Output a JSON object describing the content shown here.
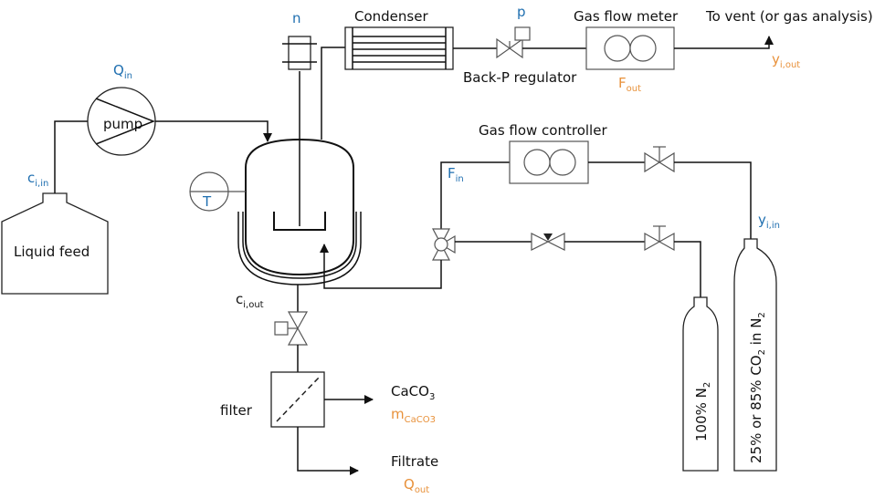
{
  "labels": {
    "n": "n",
    "condenser": "Condenser",
    "p": "p",
    "gas_flow_meter": "Gas flow meter",
    "to_vent": "To vent (or gas analysis)",
    "back_p_regulator": "Back-P regulator",
    "f_out_main": "F",
    "f_out_sub": "out",
    "y_out_main": "y",
    "y_out_sub": "i,out",
    "q_in_main": "Q",
    "q_in_sub": "in",
    "pump": "pump",
    "c_in_main": "c",
    "c_in_sub": "i,in",
    "liquid_feed": "Liquid feed",
    "temperature": "T",
    "gas_flow_controller": "Gas flow controller",
    "f_in_main": "F",
    "f_in_sub": "in",
    "y_in_main": "y",
    "y_in_sub": "i,in",
    "c_out_main": "c",
    "c_out_sub": "i,out",
    "filter": "filter",
    "caco3_main": "CaCO",
    "caco3_sub": "3",
    "m_caco3_main": "m",
    "m_caco3_sub": "CaCO3",
    "filtrate": "Filtrate",
    "q_out_main": "Q",
    "q_out_sub": "out",
    "cyl_n2_main": "100% N",
    "cyl_n2_sub": "2",
    "cyl_co2_a": "25% or 85% CO",
    "cyl_co2_sub": "2",
    "cyl_co2_b": " in N",
    "cyl_co2_sub2": "2"
  },
  "colors": {
    "variable_blue": "#1f6fb0",
    "output_orange": "#e8913a",
    "line": "#111111"
  }
}
